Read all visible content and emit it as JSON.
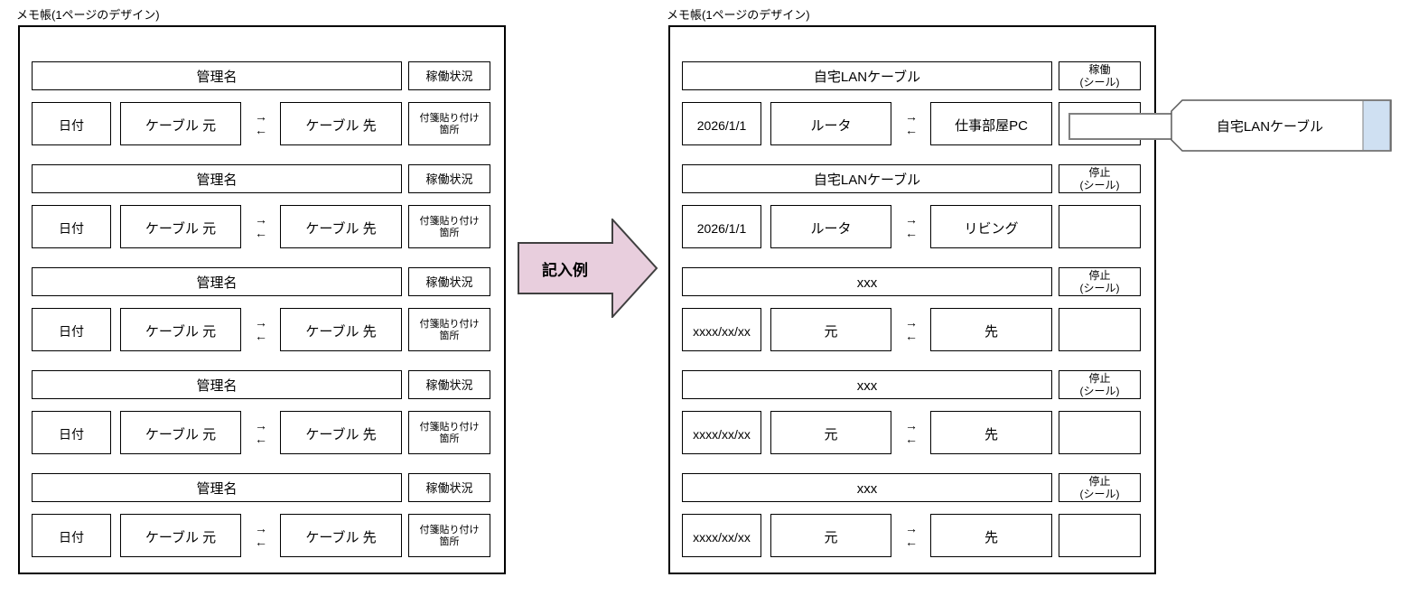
{
  "colors": {
    "arrow_fill": "#e8cedd",
    "arrow_stroke": "#404040",
    "tag_blue": "#cfe0f2",
    "tag_stroke": "#595959",
    "stub_stroke": "#808080"
  },
  "direction_arrows": {
    "right": "→",
    "left": "←"
  },
  "left_panel": {
    "title": "メモ帳(1ページのデザイン)",
    "blocks": [
      {
        "header": "管理名",
        "status": "稼働状況",
        "date": "日付",
        "source": "ケーブル 元",
        "dest": "ケーブル 先",
        "note_line1": "付箋貼り付け",
        "note_line2": "箇所"
      },
      {
        "header": "管理名",
        "status": "稼働状況",
        "date": "日付",
        "source": "ケーブル 元",
        "dest": "ケーブル 先",
        "note_line1": "付箋貼り付け",
        "note_line2": "箇所"
      },
      {
        "header": "管理名",
        "status": "稼働状況",
        "date": "日付",
        "source": "ケーブル 元",
        "dest": "ケーブル 先",
        "note_line1": "付箋貼り付け",
        "note_line2": "箇所"
      },
      {
        "header": "管理名",
        "status": "稼働状況",
        "date": "日付",
        "source": "ケーブル 元",
        "dest": "ケーブル 先",
        "note_line1": "付箋貼り付け",
        "note_line2": "箇所"
      },
      {
        "header": "管理名",
        "status": "稼働状況",
        "date": "日付",
        "source": "ケーブル 元",
        "dest": "ケーブル 先",
        "note_line1": "付箋貼り付け",
        "note_line2": "箇所"
      }
    ]
  },
  "transform_arrow": {
    "label": "記入例"
  },
  "right_panel": {
    "title": "メモ帳(1ページのデザイン)",
    "blocks": [
      {
        "header": "自宅LANケーブル",
        "status_line1": "稼働",
        "status_line2": "(シール)",
        "date": "2026/1/1",
        "source": "ルータ",
        "dest": "仕事部屋PC",
        "note": ""
      },
      {
        "header": "自宅LANケーブル",
        "status_line1": "停止",
        "status_line2": "(シール)",
        "date": "2026/1/1",
        "source": "ルータ",
        "dest": "リビング",
        "note": ""
      },
      {
        "header": "xxx",
        "status_line1": "停止",
        "status_line2": "(シール)",
        "date": "xxxx/xx/xx",
        "source": "元",
        "dest": "先",
        "note": ""
      },
      {
        "header": "xxx",
        "status_line1": "停止",
        "status_line2": "(シール)",
        "date": "xxxx/xx/xx",
        "source": "元",
        "dest": "先",
        "note": ""
      },
      {
        "header": "xxx",
        "status_line1": "停止",
        "status_line2": "(シール)",
        "date": "xxxx/xx/xx",
        "source": "元",
        "dest": "先",
        "note": ""
      }
    ]
  },
  "cable_tag": {
    "label": "自宅LANケーブル"
  }
}
